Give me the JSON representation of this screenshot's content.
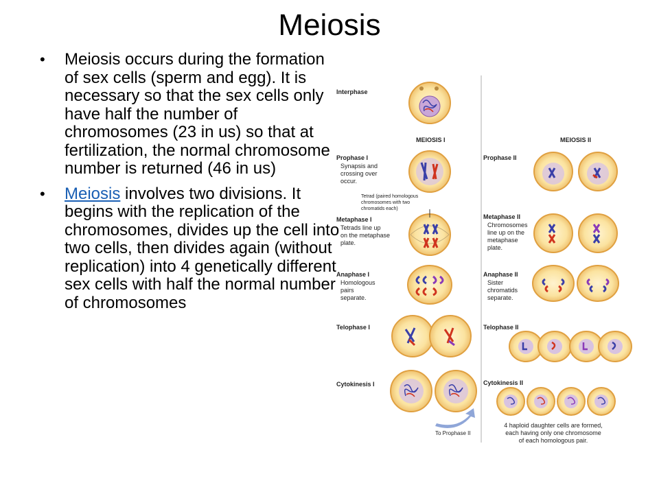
{
  "slide": {
    "title": "Meiosis",
    "bullet1": "Meiosis occurs during the formation of sex cells (sperm and egg).  It is necessary so that the sex cells only have half the number of chromosomes (23 in us) so that at fertilization, the normal chromosome number is returned (46 in us)",
    "bullet2_link": "Meiosis",
    "bullet2_rest": " involves two divisions.  It begins with the replication of the chromosomes, divides up the cell into two cells, then divides again (without replication) into 4 genetically different sex cells with half the normal number of chromosomes"
  },
  "diagram": {
    "interphase": "Interphase",
    "meiosis1": "MEIOSIS I",
    "meiosis2": "MEIOSIS II",
    "prophase1": "Prophase I",
    "prophase1_d1": "Synapsis and",
    "prophase1_d2": "crossing over",
    "prophase1_d3": "occur.",
    "tetrad1": "Tetrad (paired homologous",
    "tetrad2": "chromosomes with two",
    "tetrad3": "chromatids each)",
    "metaphase1": "Metaphase I",
    "metaphase1_d1": "Tetrads line up",
    "metaphase1_d2": "on the metaphase",
    "metaphase1_d3": "plate.",
    "anaphase1": "Anaphase I",
    "anaphase1_d1": "Homologous",
    "anaphase1_d2": "pairs",
    "anaphase1_d3": "separate.",
    "telophase1": "Telophase I",
    "cytokinesis1": "Cytokinesis I",
    "to_prophase2": "To Prophase II",
    "prophase2": "Prophase II",
    "metaphase2": "Metaphase II",
    "metaphase2_d1": "Chromosomes",
    "metaphase2_d2": "line up on the",
    "metaphase2_d3": "metaphase",
    "metaphase2_d4": "plate.",
    "anaphase2": "Anaphase II",
    "anaphase2_d1": "Sister",
    "anaphase2_d2": "chromatids",
    "anaphase2_d3": "separate.",
    "telophase2": "Telophase II",
    "cytokinesis2": "Cytokinesis II",
    "footer1": "4 haploid daughter cells are formed,",
    "footer2": "each having only one chromosome",
    "footer3": "of each homologous pair."
  },
  "colors": {
    "link": "#1a5fb4",
    "cell_fill": "#fbe3a0",
    "cell_edge": "#e0a040",
    "chrom_red": "#d0341e",
    "chrom_blue": "#3a3fa8",
    "arrow": "#8fa6d8"
  }
}
